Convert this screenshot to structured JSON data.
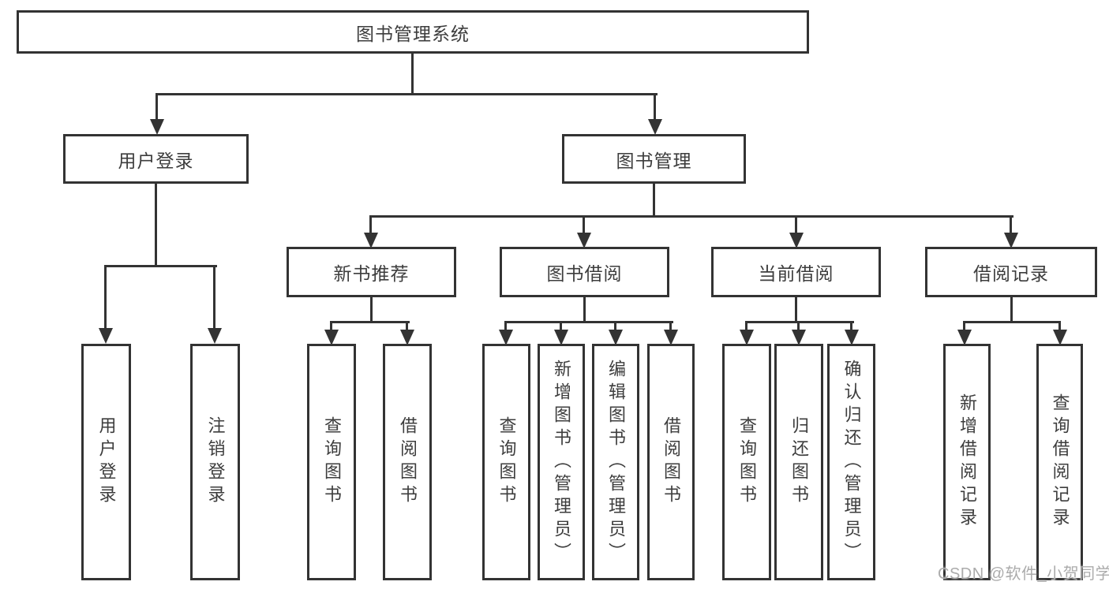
{
  "diagram": {
    "root": {
      "label": "图书管理系统"
    },
    "level2": [
      {
        "label": "用户登录"
      },
      {
        "label": "图书管理"
      }
    ],
    "level3": [
      {
        "label": "新书推荐"
      },
      {
        "label": "图书借阅"
      },
      {
        "label": "当前借阅"
      },
      {
        "label": "借阅记录"
      }
    ],
    "leaves": {
      "user_login": [
        "用户登录",
        "注销登录"
      ],
      "new_book_recommend": [
        "查询图书",
        "借阅图书"
      ],
      "book_borrow": [
        "查询图书",
        "新增图书（管理员）",
        "编辑图书（管理员）",
        "借阅图书"
      ],
      "current_borrow": [
        "查询图书",
        "归还图书",
        "确认归还（管理员）"
      ],
      "borrow_records": [
        "新增借阅记录",
        "查询借阅记录"
      ]
    }
  },
  "watermark": {
    "text": "CSDN @软件_小贺同学"
  },
  "colors": {
    "line": "#333333",
    "text": "#3d3d3d",
    "watermark": "#ababab",
    "background": "#ffffff"
  }
}
